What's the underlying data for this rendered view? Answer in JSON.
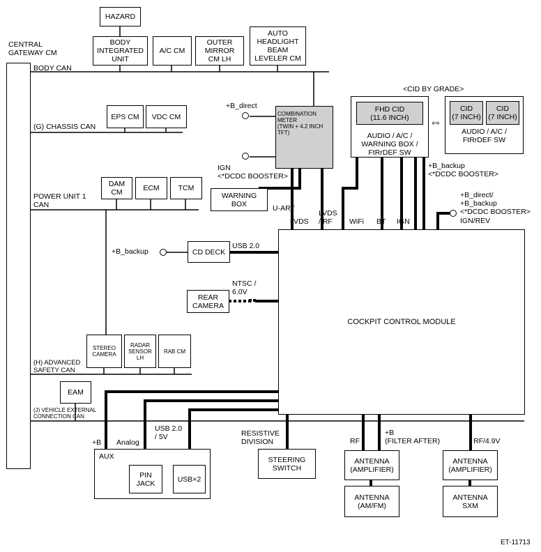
{
  "gateway": {
    "label": "CENTRAL\nGATEWAY CM"
  },
  "buses": {
    "body": "BODY CAN",
    "chassis": "(G) CHASSIS CAN",
    "power": "POWER UNIT 1\nCAN",
    "safety": "(H) ADVANCED\nSAFETY CAN",
    "vehicle": "(J) VEHICLE EXTERNAL\nCONNECTION CAN"
  },
  "modules": {
    "hazard": "HAZARD",
    "body_unit": "BODY\nINTEGRATED\nUNIT",
    "ac_cm": "A/C CM",
    "outer_mirror": "OUTER\nMIRROR\nCM LH",
    "headlight": "AUTO\nHEADLIGHT\nBEAM\nLEVELER CM",
    "eps": "EPS CM",
    "vdc": "VDC CM",
    "dam": "DAM\nCM",
    "ecm": "ECM",
    "tcm": "TCM",
    "combo_meter": "COMBINATION\nMETER\n(TWIN + 4.2 INCH\nTFT)",
    "warning_box": "WARNING\nBOX",
    "cd_deck": "CD DECK",
    "rear_camera": "REAR\nCAMERA",
    "stereo_camera": "STEREO\nCAMERA",
    "radar_sensor": "RADAR\nSENSOR\nLH",
    "rab_cm": "RAB CM",
    "eam": "EAM",
    "ccm": "COCKPIT CONTROL MODULE",
    "pin_jack": "PIN\nJACK",
    "usb": "USB×2",
    "steering_switch": "STEERING\nSWITCH",
    "antenna_amp1": "ANTENNA\n(AMPLIFIER)",
    "antenna_amfm": "ANTENNA\n(AM/FM)",
    "antenna_amp2": "ANTENNA\n(AMPLIFIER)",
    "antenna_sxm": "ANTENNA\nSXM"
  },
  "cid": {
    "title": "<CID BY GRADE>",
    "fhd": "FHD CID\n(11.6 INCH)",
    "fhd_sub": "AUDIO / A/C /\nWARNING BOX /\nFtRrDEF SW",
    "cid1": "CID\n(7 INCH)",
    "cid2": "CID\n(7 INCH)",
    "small_sub": "AUDIO / A/C /\nFtRrDEF SW",
    "arrow": "⇔"
  },
  "aux": {
    "label": "AUX",
    "b": "+B",
    "analog": "Analog",
    "usb": "USB 2.0\n/ 5V"
  },
  "signals": {
    "b_direct": "+B_direct",
    "ign_dcdc": "IGN\n<*DCDC BOOSTER>",
    "uart": "U-ART",
    "lvds": "LVDS",
    "lvds_rf": "LVDS\n/ RF",
    "wifi": "WiFi",
    "bt": "BT",
    "ign": "IGN",
    "b_backup_dcdc": "+B_backup\n<*DCDC BOOSTER>",
    "b_direct_backup": "+B_direct/\n+B_backup\n<*DCDC BOOSTER>",
    "ign_rev": "IGN/REV",
    "b_backup": "+B_backup",
    "usb20": "USB 2.0",
    "ntsc": "NTSC /\n6.0V",
    "resistive": "RESISTIVE\nDIVISION",
    "rf": "RF",
    "b_filter": "+B\n(FILTER AFTER)",
    "rf49": "RF/4.9V"
  },
  "figure_id": "ET-11713"
}
